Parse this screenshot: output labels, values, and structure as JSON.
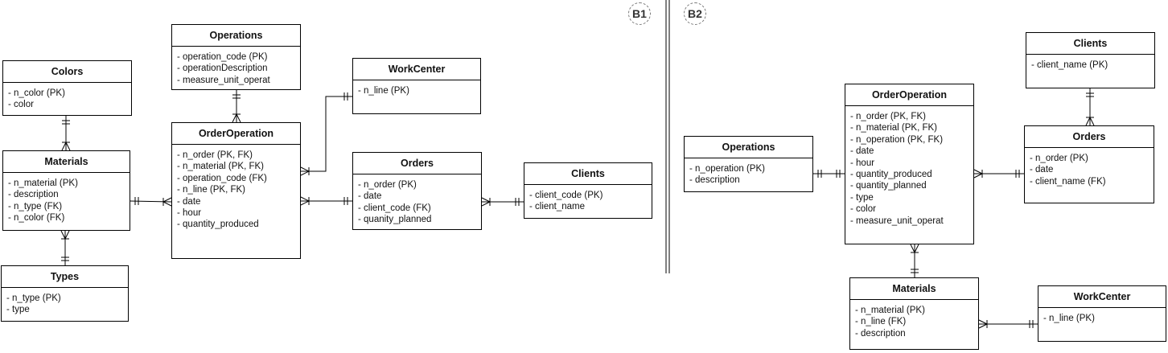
{
  "badges": {
    "b1": "B1",
    "b2": "B2"
  },
  "b1": {
    "colors": {
      "title": "Colors",
      "fields": [
        "- n_color (PK)",
        "- color"
      ]
    },
    "materials": {
      "title": "Materials",
      "fields": [
        "- n_material (PK)",
        "- description",
        "- n_type (FK)",
        "- n_color (FK)"
      ]
    },
    "types": {
      "title": "Types",
      "fields": [
        "- n_type (PK)",
        "- type"
      ]
    },
    "operations": {
      "title": "Operations",
      "fields": [
        "- operation_code (PK)",
        "- operationDescription",
        "- measure_unit_operat"
      ]
    },
    "order_operation": {
      "title": "OrderOperation",
      "fields": [
        "- n_order (PK, FK)",
        "- n_material (PK, FK)",
        "- operation_code (FK)",
        "- n_line (PK, FK)",
        "- date",
        "- hour",
        "- quantity_produced"
      ]
    },
    "workcenter": {
      "title": "WorkCenter",
      "fields": [
        "- n_line (PK)"
      ]
    },
    "orders": {
      "title": "Orders",
      "fields": [
        "- n_order (PK)",
        "- date",
        "- client_code (FK)",
        "- quanity_planned"
      ]
    },
    "clients": {
      "title": "Clients",
      "fields": [
        "- client_code (PK)",
        "- client_name"
      ]
    }
  },
  "b2": {
    "clients": {
      "title": "Clients",
      "fields": [
        "- client_name (PK)"
      ]
    },
    "orders": {
      "title": "Orders",
      "fields": [
        "- n_order (PK)",
        "- date",
        "- client_name (FK)"
      ]
    },
    "order_operation": {
      "title": "OrderOperation",
      "fields": [
        "- n_order (PK, FK)",
        "- n_material (PK, FK)",
        "- n_operation (PK, FK)",
        "- date",
        "- hour",
        "- quantity_produced",
        "- quantity_planned",
        "- type",
        "- color",
        "- measure_unit_operat"
      ]
    },
    "operations": {
      "title": "Operations",
      "fields": [
        "- n_operation (PK)",
        "- description"
      ]
    },
    "materials": {
      "title": "Materials",
      "fields": [
        "- n_material (PK)",
        "- n_line (FK)",
        "- description"
      ]
    },
    "workcenter": {
      "title": "WorkCenter",
      "fields": [
        "- n_line (PK)"
      ]
    }
  }
}
